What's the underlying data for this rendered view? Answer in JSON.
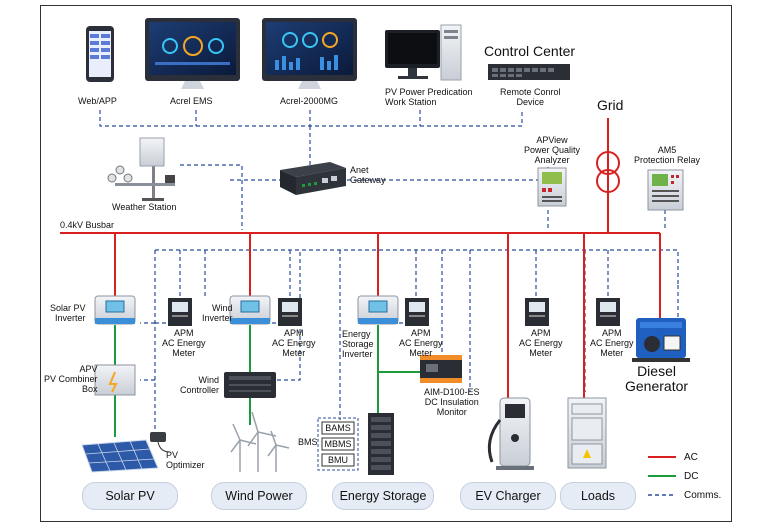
{
  "top": {
    "web_app": "Web/APP",
    "acrel_ems": "Acrel EMS",
    "acrel_2000mg": "Acrel-2000MG",
    "pv_station_line1": "PV Power Predication",
    "pv_station_line2": "Work Station",
    "control_center": "Control Center",
    "remote_line1": "Remote Conrol",
    "remote_line2": "Device"
  },
  "middle": {
    "weather_station": "Weather Station",
    "anet_line1": "Anet",
    "anet_line2": "Gateway",
    "grid": "Grid",
    "apview_line1": "APView",
    "apview_line2": "Power Quality",
    "apview_line3": "Analyzer",
    "am5_line1": "AM5",
    "am5_line2": "Protection Relay",
    "busbar": "0.4kV Busbar"
  },
  "devices": {
    "solar_inv_line1": "Solar PV",
    "solar_inv_line2": "Inverter",
    "wind_inv_line1": "Wind",
    "wind_inv_line2": "Inverter",
    "storage_inv_line1": "Energy",
    "storage_inv_line2": "Storage",
    "storage_inv_line3": "Inverter",
    "apm_line1": "APM",
    "apm_line2": "AC Energy",
    "apm_line3": "Meter",
    "combiner_line1": "APV",
    "combiner_line2": "PV Combiner",
    "combiner_line3": "Box",
    "wind_ctrl_line1": "Wind",
    "wind_ctrl_line2": "Controller",
    "aim_line1": "AIM-D100-ES",
    "aim_line2": "DC Insulation",
    "aim_line3": "Monitor",
    "bms": "BMS",
    "bams": "BAMS",
    "mbms": "MBMS",
    "bmu": "BMU",
    "pv_opt_line1": "PV",
    "pv_opt_line2": "Optimizer",
    "diesel_line1": "Diesel",
    "diesel_line2": "Generator"
  },
  "legend": {
    "ac": "AC",
    "dc": "DC",
    "comms": "Comms."
  },
  "colors": {
    "ac": "#d9201f",
    "dc": "#1a9b3c",
    "comms": "#2b4c9c"
  },
  "categories": [
    "Solar PV",
    "Wind Power",
    "Energy Storage",
    "EV Charger",
    "Loads"
  ]
}
